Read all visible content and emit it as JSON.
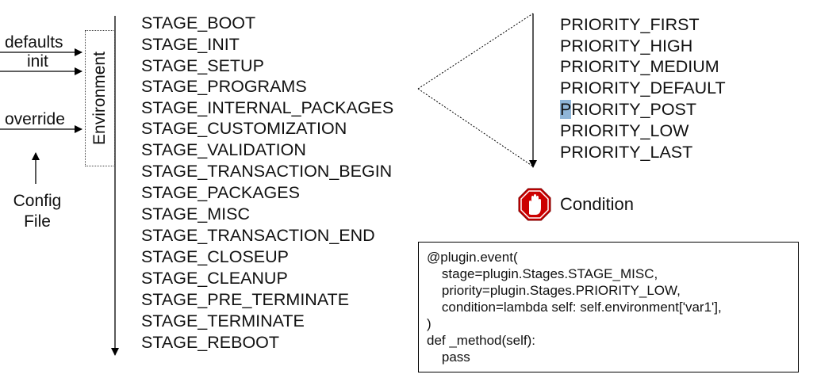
{
  "inputs": {
    "defaults": "defaults",
    "init": "init",
    "override": "override",
    "config_line1": "Config",
    "config_line2": "File"
  },
  "environment_label": "Environment",
  "stages": [
    "STAGE_BOOT",
    "STAGE_INIT",
    "STAGE_SETUP",
    "STAGE_PROGRAMS",
    "STAGE_INTERNAL_PACKAGES",
    "STAGE_CUSTOMIZATION",
    "STAGE_VALIDATION",
    "STAGE_TRANSACTION_BEGIN",
    "STAGE_PACKAGES",
    "STAGE_MISC",
    "STAGE_TRANSACTION_END",
    "STAGE_CLOSEUP",
    "STAGE_CLEANUP",
    "STAGE_PRE_TERMINATE",
    "STAGE_TERMINATE",
    "STAGE_REBOOT"
  ],
  "priorities": {
    "first": "PRIORITY_FIRST",
    "high": "PRIORITY_HIGH",
    "medium": "PRIORITY_MEDIUM",
    "default": "PRIORITY_DEFAULT",
    "post_initial": "P",
    "post_rest": "RIORITY_POST",
    "low": "PRIORITY_LOW",
    "last": "PRIORITY_LAST"
  },
  "condition": {
    "label": "Condition",
    "icon": "stop-hand-icon",
    "icon_color": "#cc0000"
  },
  "code": [
    "@plugin.event(",
    "    stage=plugin.Stages.STAGE_MISC,",
    "    priority=plugin.Stages.PRIORITY_LOW,",
    "    condition=lambda self: self.environment['var1'],",
    ")",
    "def _method(self):",
    "    pass"
  ]
}
